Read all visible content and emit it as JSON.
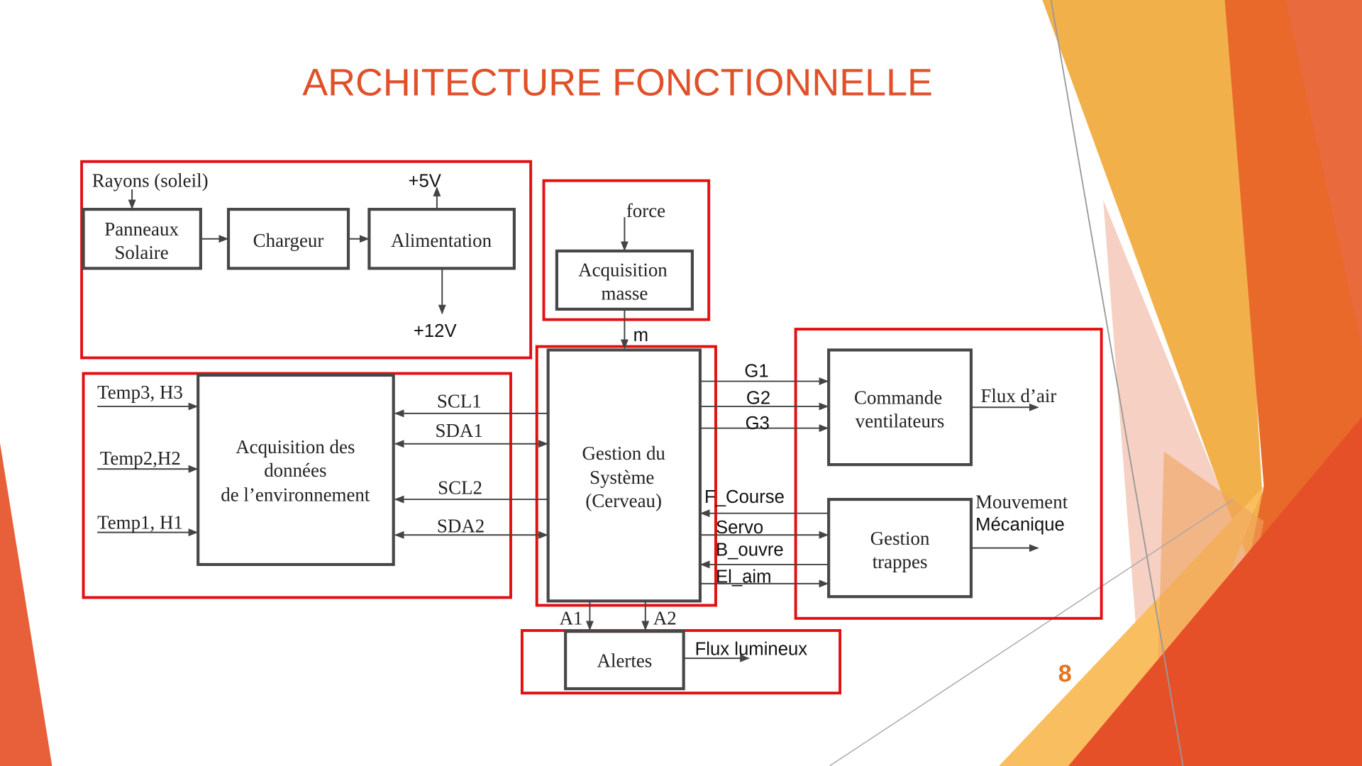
{
  "title": "ARCHITECTURE FONCTIONNELLE",
  "page_number": "8",
  "colors": {
    "title": "#E0512A",
    "group_border": "#E31010",
    "block_border": "#474747"
  },
  "blocks": {
    "panneaux": [
      "Panneaux",
      "Solaire"
    ],
    "chargeur": "Chargeur",
    "alimentation": "Alimentation",
    "acquisition_masse": [
      "Acquisition",
      "masse"
    ],
    "acquisition_donnees": [
      "Acquisition des",
      "données",
      "de l’environnement"
    ],
    "gestion_systeme": [
      "Gestion du",
      "Système",
      "(Cerveau)"
    ],
    "commande_ventilateurs": [
      "Commande",
      "ventilateurs"
    ],
    "gestion_trappes": [
      "Gestion",
      "trappes"
    ],
    "alertes": "Alertes"
  },
  "signals": {
    "rayons": "Rayons (soleil)",
    "plus5v": "+5V",
    "plus12v": "+12V",
    "force": "force",
    "m": "m",
    "temp3": "Temp3, H3",
    "temp2": "Temp2,H2",
    "temp1": "Temp1, H1",
    "scl1": "SCL1",
    "sda1": "SDA1",
    "scl2": "SCL2",
    "sda2": "SDA2",
    "g1": "G1",
    "g2": "G2",
    "g3": "G3",
    "flux_air": "Flux d’air",
    "f_course": "F_Course",
    "servo": "Servo",
    "b_ouvre": "B_ouvre",
    "el_aim": "El_aim",
    "mouvement": "Mouvement",
    "mecanique": "Mécanique",
    "a1": "A1",
    "a2": "A2",
    "flux_lumineux": "Flux lumineux"
  }
}
